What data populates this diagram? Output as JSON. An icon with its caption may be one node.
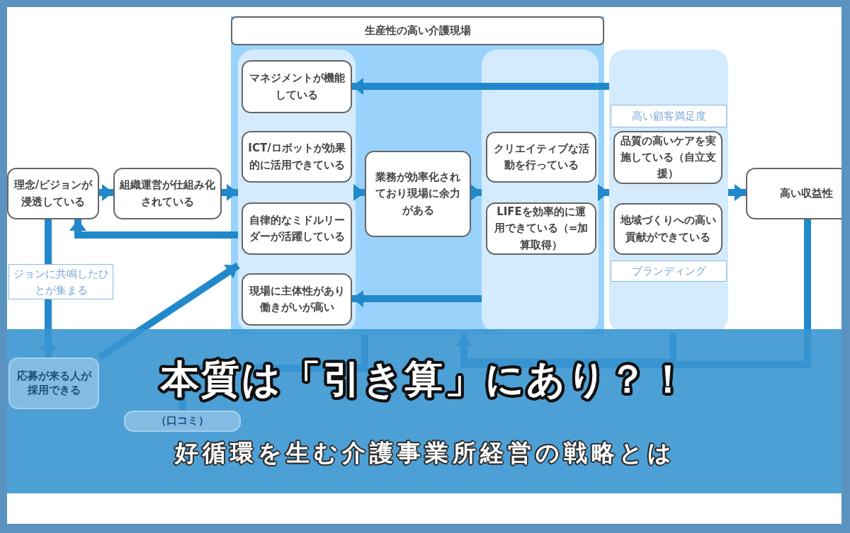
{
  "diagram": {
    "title": "本質は「引き算」にあり？！",
    "caption": "好循環を生む介護事業所経営の戦略とは",
    "nodes": [
      {
        "text": [
          "理念/ビジョンが浸透している"
        ]
      },
      {
        "text": [
          "組織運営が仕組み化されている"
        ]
      },
      {
        "text": [
          "生産性の高い介護現場"
        ]
      },
      {
        "text": [],
        "shape": "box",
        "in": 2
      },
      {
        "text": [
          "マネジメントが機能している"
        ],
        "in": 3
      },
      {
        "text": [
          "ICT/ロボットが効果的に活用できている"
        ],
        "in": 3
      },
      {
        "text": [
          "自律的なミドルリーダーが活躍している"
        ],
        "in": 3
      },
      {
        "text": [
          "現場に主体性があり働きがいが高い"
        ],
        "in": 3
      },
      {
        "text": [
          "業務が効率化されており現場に余力がある"
        ],
        "in": 2
      },
      {
        "text": [],
        "shape": "box",
        "in": 2
      },
      {
        "text": [
          "クリエイティブな活動を行っている"
        ],
        "in": 9
      },
      {
        "text": [
          "LIFEを効率的に運用できている（=加算取得）"
        ],
        "in": 9
      },
      {
        "text": [],
        "shape": "box"
      },
      {
        "text": [
          "高い顧客満足度"
        ],
        "in": 12
      },
      {
        "text": [
          "品質の高いケアを実施している（自立支援）"
        ],
        "in": 12
      },
      {
        "text": [
          "地域づくりへの高い貢献ができている"
        ],
        "in": 12
      },
      {
        "text": [
          "ブランディング"
        ],
        "in": 12
      },
      {
        "text": [
          "高い収益性"
        ]
      },
      {
        "text": [
          "応募が来る人が採用できる"
        ]
      },
      {
        "text": [
          "（口コミ）"
        ]
      }
    ],
    "edges": [
      {
        "from": 0,
        "to": 1,
        "arrow": "to"
      },
      {
        "from": 1,
        "to": 3,
        "arrow": "to"
      },
      {
        "from": 3,
        "to": 8,
        "arrow": "to"
      },
      {
        "from": 8,
        "to": 9,
        "arrow": "to"
      },
      {
        "from": 9,
        "to": 12,
        "arrow": "to"
      },
      {
        "from": 12,
        "to": 17,
        "arrow": "to"
      },
      {
        "from": 12,
        "to": 4,
        "arrow": "to"
      },
      {
        "from": 9,
        "to": 7,
        "arrow": "to"
      },
      {
        "from": 3,
        "to": 0,
        "arrow": "to"
      },
      {
        "from": 0,
        "to": 18,
        "arrow": "to",
        "label": "ジョンに共鳴したひとが集まる"
      },
      {
        "from": 18,
        "to": 3,
        "arrow": "to"
      },
      {
        "from": 17,
        "to": 2,
        "arrow": "to"
      },
      {
        "from": 12,
        "to": 2,
        "arrow": "to"
      },
      {
        "from": 2,
        "to": 19,
        "arrow": "none"
      }
    ]
  }
}
